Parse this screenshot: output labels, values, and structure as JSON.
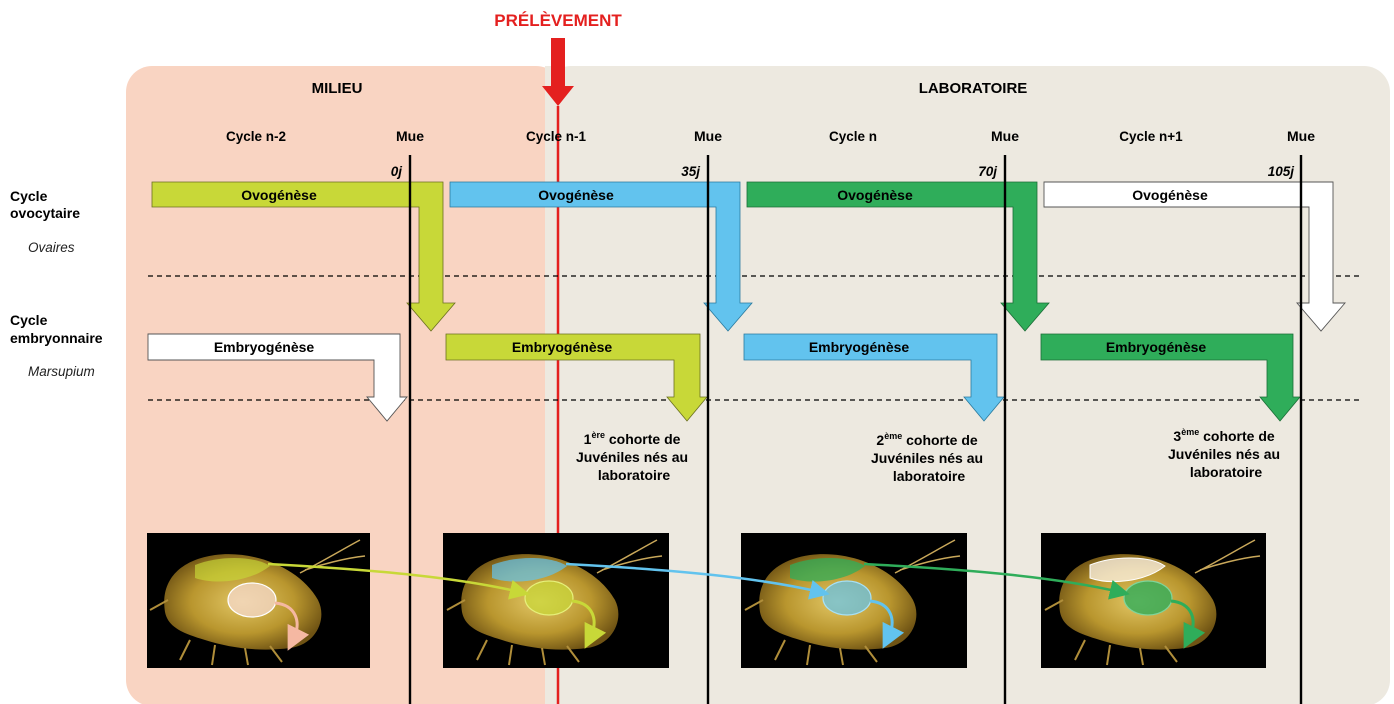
{
  "header": {
    "sampling_label": "PRÉLÈVEMENT",
    "milieu_label": "MILIEU",
    "lab_label": "LABORATOIRE"
  },
  "colors": {
    "milieu_bg": "#f9d4c2",
    "lab_bg": "#ede9e0",
    "sampling": "#e4201f",
    "cycle_n2": "#c8d838",
    "cycle_n1": "#62c3ee",
    "cycle_n": "#2fad5a",
    "cycle_n_plus1": "#ffffff"
  },
  "cycles": [
    {
      "name": "Cycle n-2",
      "mue": "Mue",
      "day": "0j"
    },
    {
      "name": "Cycle n-1",
      "mue": "Mue",
      "day": "35j"
    },
    {
      "name": "Cycle n",
      "mue": "Mue",
      "day": "70j"
    },
    {
      "name": "Cycle n+1",
      "mue": "Mue",
      "day": "105j"
    }
  ],
  "rows": {
    "ovocytaire_title_l1": "Cycle",
    "ovocytaire_title_l2": "ovocytaire",
    "ovocytaire_sub": "Ovaires",
    "embryo_title_l1": "Cycle",
    "embryo_title_l2": "embryonnaire",
    "embryo_sub": "Marsupium"
  },
  "process": {
    "ovogenese": "Ovogénèse",
    "embryogenese": "Embryogénèse"
  },
  "cohorts": [
    {
      "num": "1",
      "sup": "ère",
      "l1": " cohorte de",
      "l2": "Juvéniles nés au",
      "l3": "laboratoire"
    },
    {
      "num": "2",
      "sup": "ème",
      "l1": " cohorte de",
      "l2": "Juvéniles nés au",
      "l3": "laboratoire"
    },
    {
      "num": "3",
      "sup": "ème",
      "l1": " cohorte de",
      "l2": "Juvéniles nés au",
      "l3": "laboratoire"
    }
  ]
}
